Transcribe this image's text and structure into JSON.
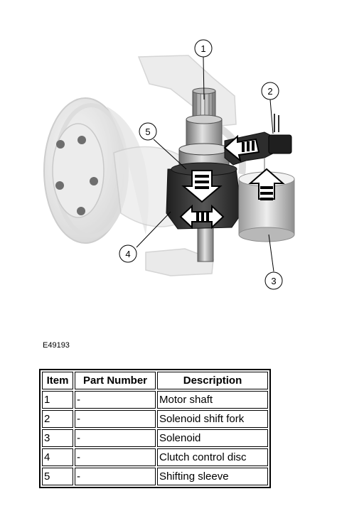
{
  "figure": {
    "id": "E49193"
  },
  "callouts": [
    "1",
    "2",
    "3",
    "4",
    "5"
  ],
  "table": {
    "headers": [
      "Item",
      "Part Number",
      "Description"
    ],
    "rows": [
      [
        "1",
        "-",
        "Motor shaft"
      ],
      [
        "2",
        "-",
        "Solenoid shift fork"
      ],
      [
        "3",
        "-",
        "Solenoid"
      ],
      [
        "4",
        "-",
        "Clutch control disc"
      ],
      [
        "5",
        "-",
        "Shifting sleeve"
      ]
    ]
  }
}
